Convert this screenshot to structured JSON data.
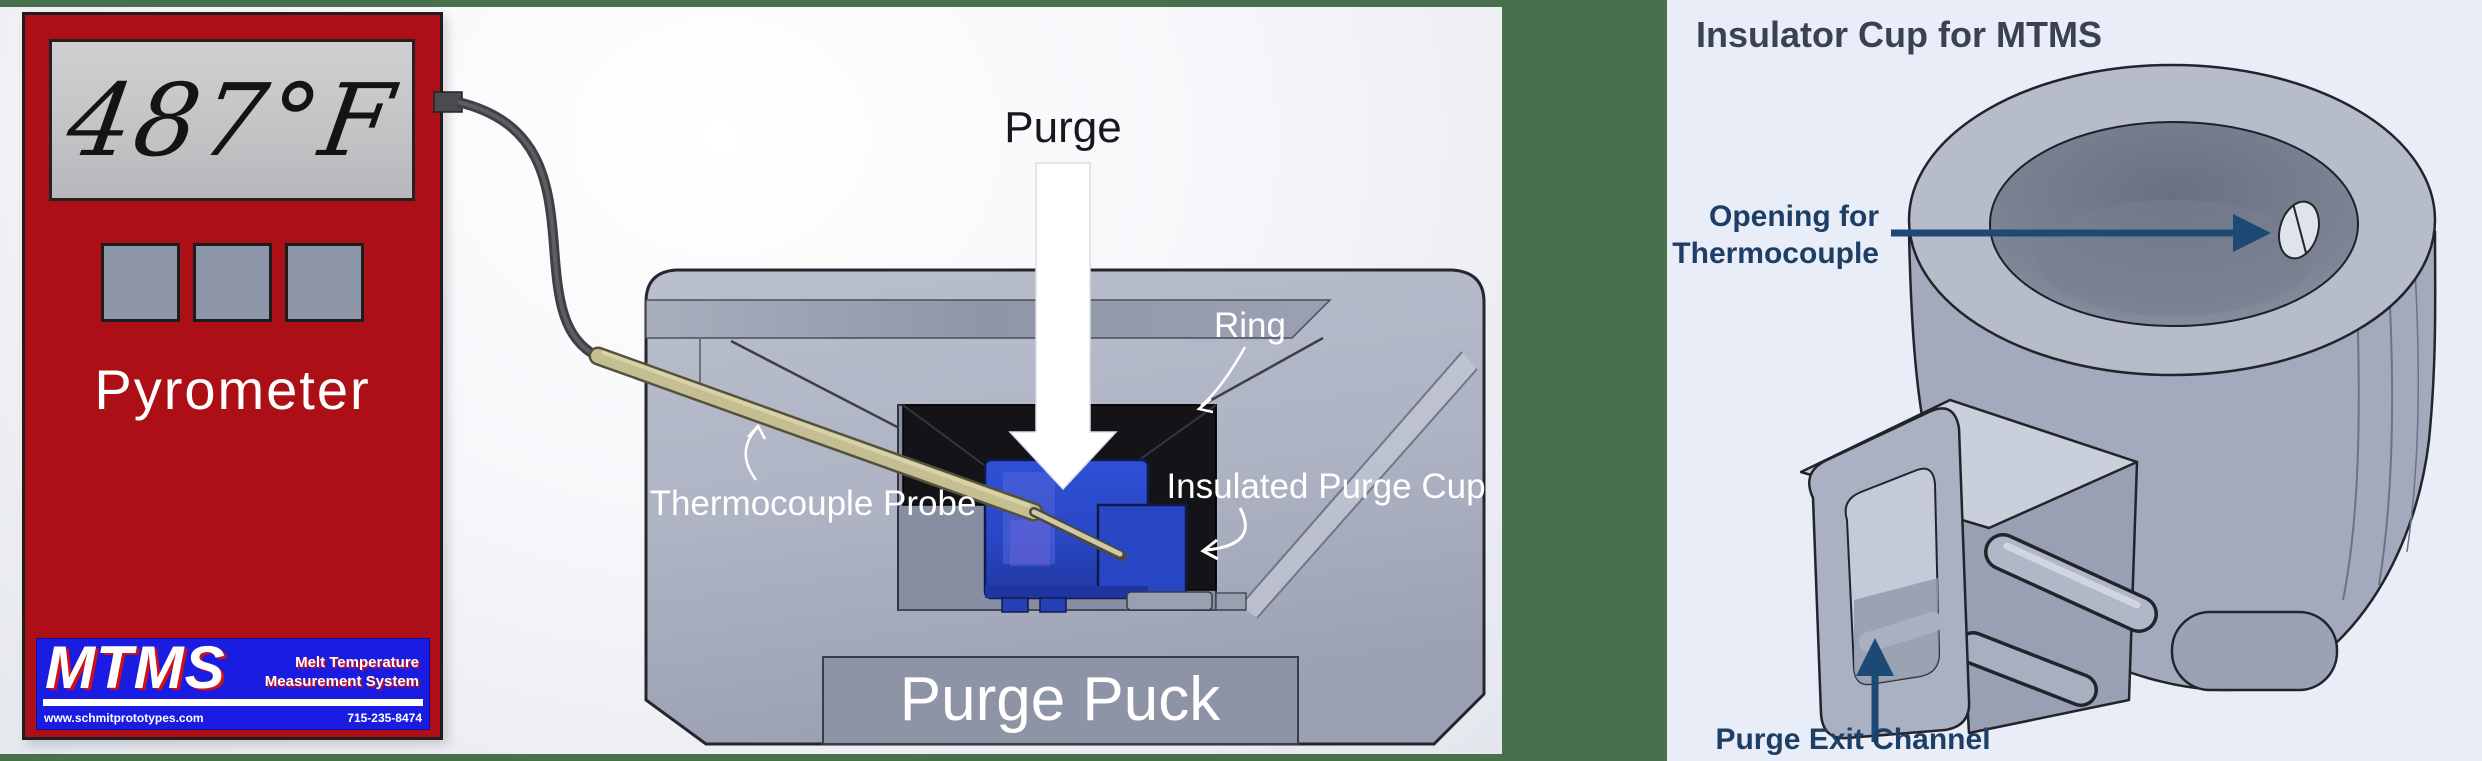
{
  "pyrometer": {
    "display_value": "487°F",
    "name_label": "Pyrometer",
    "logo": {
      "acronym": "MTMS",
      "tagline1": "Melt Temperature",
      "tagline2": "Measurement System",
      "website": "www.schmitprototypes.com",
      "phone": "715-235-8474"
    }
  },
  "diagram": {
    "purge_label": "Purge",
    "ring_label": "Ring",
    "thermocouple_probe_label": "Thermocouple Probe",
    "insulated_purge_cup_label": "Insulated Purge Cup",
    "purge_puck_label": "Purge Puck"
  },
  "insulator": {
    "title": "Insulator Cup for MTMS",
    "opening_label_line1": "Opening for",
    "opening_label_line2": "Thermocouple",
    "purge_exit_label": "Purge Exit Channel"
  },
  "colors": {
    "device_red": "#ac1016",
    "button_gray": "#8e96a9",
    "banner_blue": "#1b1ce2",
    "logo_red_shadow": "#cf1016",
    "divider_green": "#47714d",
    "right_panel_bg": "#e9edf8",
    "label_navy": "#1d3f66",
    "arrow_navy": "#1d4a74",
    "title_slate": "#3a4152",
    "cup_blue": "#2946c4"
  }
}
